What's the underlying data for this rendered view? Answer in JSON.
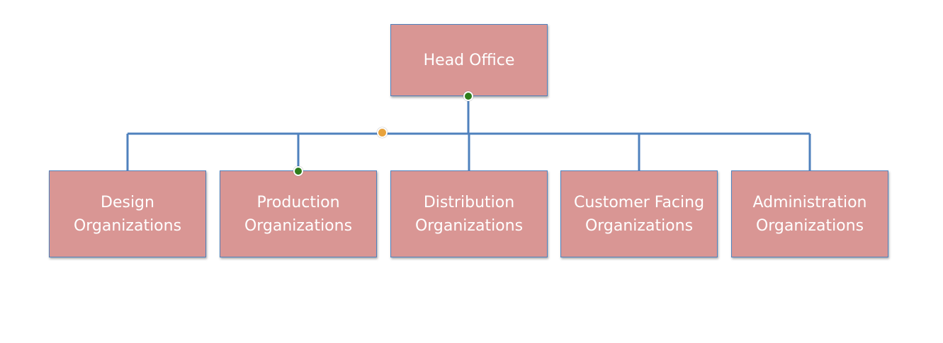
{
  "diagram": {
    "root": {
      "label": "Head Office"
    },
    "children": [
      {
        "label": "Design\nOrganizations"
      },
      {
        "label": "Production\nOrganizations"
      },
      {
        "label": "Distribution\nOrganizations"
      },
      {
        "label": "Customer Facing\nOrganizations"
      },
      {
        "label": "Administration\nOrganizations"
      }
    ],
    "colors": {
      "box_fill": "#d99694",
      "box_border": "#4f81bd",
      "connector": "#4f81bd",
      "text": "#ffffff",
      "handle_endpoint": "#2e7d1b",
      "handle_adjust": "#e8a33d"
    }
  }
}
